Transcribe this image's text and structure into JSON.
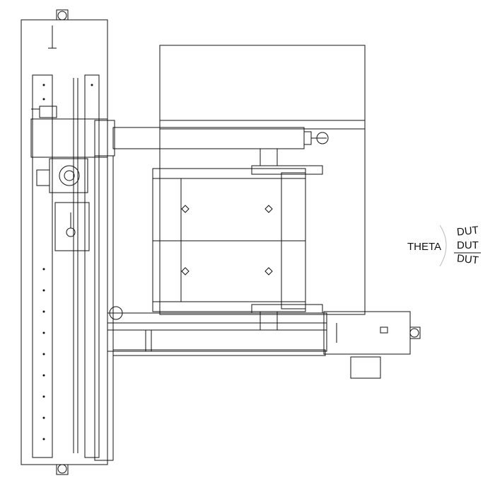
{
  "labels": {
    "theta": "THETA",
    "dut_top": "DUT",
    "dut_middle": "DUT",
    "dut_bottom": "DUT"
  },
  "colors": {
    "line": "#111111",
    "background": "#ffffff"
  }
}
